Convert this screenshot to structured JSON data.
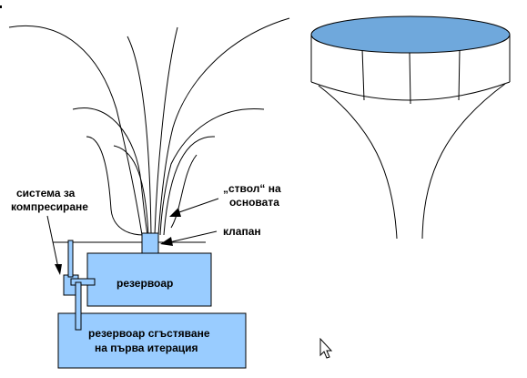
{
  "labels": {
    "compression_1": "система за",
    "compression_2": "компресиране",
    "trunk_1": "„ствол“ на",
    "trunk_2": "основата",
    "valve": "клапан",
    "tank": "резервоар",
    "bottom_tank_1": "резервоар сгъстяване",
    "bottom_tank_2": "на първа итерация"
  },
  "colors": {
    "fill": "#99ccff",
    "lid": "#6fa8dc",
    "stroke": "#000000"
  },
  "icons": {
    "cursor": "mouse-pointer-icon"
  }
}
